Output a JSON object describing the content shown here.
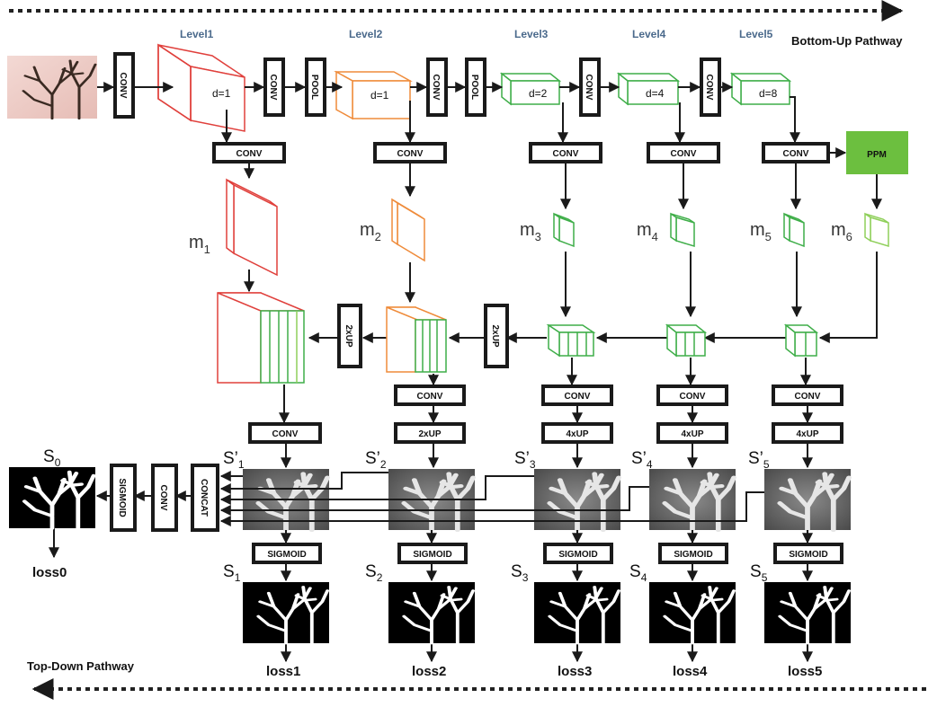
{
  "pathways": {
    "bottom_up": "Bottom-Up Pathway",
    "top_down": "Top-Down Pathway"
  },
  "levels": [
    "Level1",
    "Level2",
    "Level3",
    "Level4",
    "Level5"
  ],
  "ops": {
    "conv": "CONV",
    "pool": "POOL",
    "ppm": "PPM",
    "up2x": "2xUP",
    "up4x": "4xUP",
    "concat": "CONCAT",
    "sigmoid": "SIGMOID"
  },
  "dilations": [
    "d=1",
    "d=1",
    "d=2",
    "d=4",
    "d=8"
  ],
  "feature_maps": [
    {
      "base": "m",
      "sub": "1"
    },
    {
      "base": "m",
      "sub": "2"
    },
    {
      "base": "m",
      "sub": "3"
    },
    {
      "base": "m",
      "sub": "4"
    },
    {
      "base": "m",
      "sub": "5"
    },
    {
      "base": "m",
      "sub": "6"
    }
  ],
  "side_pre": [
    {
      "base": "S’",
      "sub": "1"
    },
    {
      "base": "S’",
      "sub": "2"
    },
    {
      "base": "S’",
      "sub": "3"
    },
    {
      "base": "S’",
      "sub": "4"
    },
    {
      "base": "S’",
      "sub": "5"
    }
  ],
  "side_out": [
    {
      "base": "S",
      "sub": "1"
    },
    {
      "base": "S",
      "sub": "2"
    },
    {
      "base": "S",
      "sub": "3"
    },
    {
      "base": "S",
      "sub": "4"
    },
    {
      "base": "S",
      "sub": "5"
    }
  ],
  "fused": {
    "base": "S",
    "sub": "0"
  },
  "losses": [
    "loss0",
    "loss1",
    "loss2",
    "loss3",
    "loss4",
    "loss5"
  ],
  "colors": {
    "level1": "#e0403c",
    "level2": "#ef8b3a",
    "level3plus": "#3fae49",
    "ppm": "#6cbf3f",
    "level_text": "#4b6a8c",
    "box_border": "#1a1a1a"
  }
}
